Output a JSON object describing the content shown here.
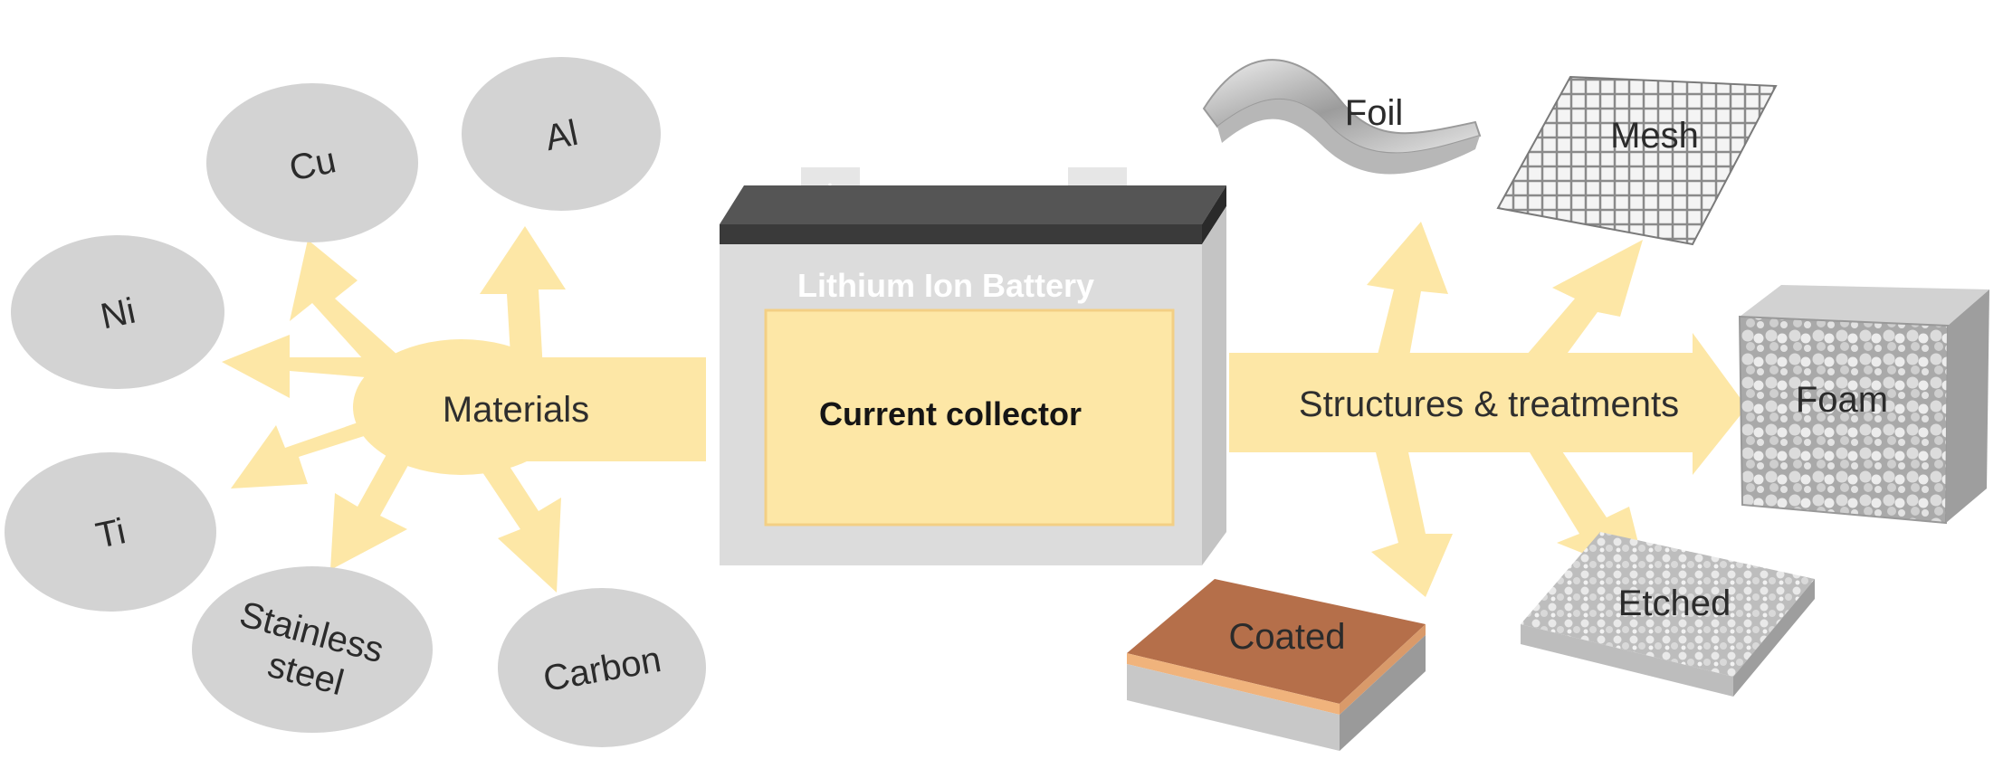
{
  "materials": {
    "flow_label": "Materials",
    "items": [
      "Cu",
      "Al",
      "Ni",
      "Ti",
      "Stainless steel",
      "Carbon"
    ]
  },
  "battery": {
    "title": "Lithium Ion Battery",
    "inner_label": "Current collector",
    "terminal_positive": "+",
    "terminal_negative": "-"
  },
  "structures": {
    "flow_label": "Structures & treatments",
    "items": [
      "Foil",
      "Mesh",
      "Foam",
      "Coated",
      "Etched"
    ]
  },
  "colors": {
    "arrow": "#fde7a6",
    "oval": "#d3d3d3",
    "battery_body": "#dcdcdc",
    "battery_cap": "#3a3a3a",
    "collector": "#fde7a6",
    "coated_top": "#b56f4a"
  }
}
